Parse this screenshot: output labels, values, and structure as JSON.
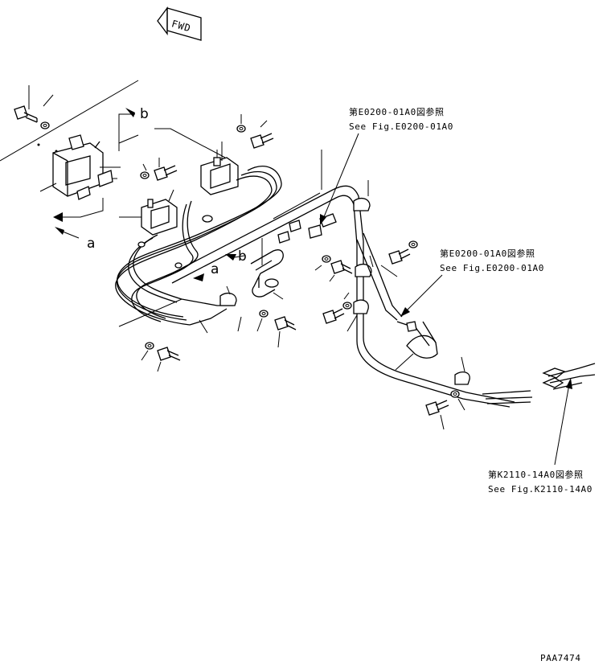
{
  "fwd_label": "FWD",
  "references": [
    {
      "jp": "第E0200-01A0図参照",
      "en": "See Fig.E0200-01A0"
    },
    {
      "jp": "第E0200-01A0図参照",
      "en": "See Fig.E0200-01A0"
    },
    {
      "jp": "第K2110-14A0図参照",
      "en": "See Fig.K2110-14A0"
    }
  ],
  "view_markers": {
    "a": "a",
    "b": "b"
  },
  "drawing_number": "PAA7474"
}
